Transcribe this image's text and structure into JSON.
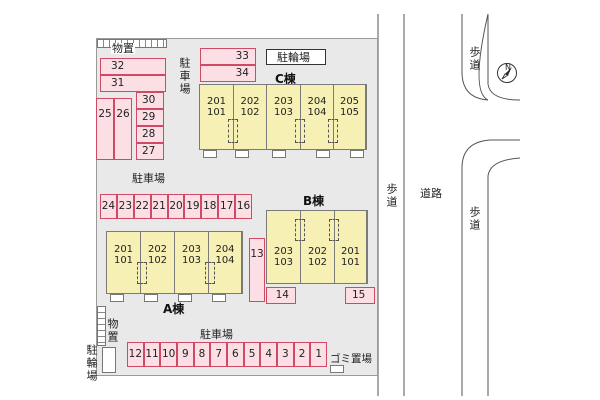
{
  "labels": {
    "bike_parking_top": "駐輪場",
    "parking_right_top": "駐車場",
    "parking_middle": "駐車場",
    "parking_bottom": "駐車場",
    "storage_top": "物置",
    "storage_left": "物置",
    "bike_parking_left": "駐輪場",
    "garbage": "ゴミ置場",
    "sidewalk_center": "歩道",
    "road": "道路",
    "sidewalk_right": "歩道",
    "sidewalk_top_right": "歩道",
    "compass": "N"
  },
  "buildings": {
    "c": {
      "name": "C棟",
      "units": [
        [
          "201",
          "101"
        ],
        [
          "202",
          "102"
        ],
        [
          "203",
          "103"
        ],
        [
          "204",
          "104"
        ],
        [
          "205",
          "105"
        ]
      ]
    },
    "b": {
      "name": "B棟",
      "units": [
        [
          "203",
          "103"
        ],
        [
          "202",
          "102"
        ],
        [
          "201",
          "101"
        ]
      ]
    },
    "a": {
      "name": "A棟",
      "units": [
        [
          "201",
          "101"
        ],
        [
          "202",
          "102"
        ],
        [
          "203",
          "103"
        ],
        [
          "204",
          "104"
        ]
      ]
    }
  },
  "parking": {
    "top_pair": [
      "33",
      "34"
    ],
    "left_column": [
      "32",
      "31"
    ],
    "vertical_pair": [
      "25",
      "26"
    ],
    "right_column": [
      "30",
      "29",
      "28",
      "27"
    ],
    "middle_row": [
      "24",
      "23",
      "22",
      "21",
      "20",
      "19",
      "18",
      "17",
      "16"
    ],
    "single_13": "13",
    "single_14": "14",
    "single_15": "15",
    "bottom_row": [
      "12",
      "11",
      "10",
      "9",
      "8",
      "7",
      "6",
      "5",
      "4",
      "3",
      "2",
      "1"
    ]
  }
}
